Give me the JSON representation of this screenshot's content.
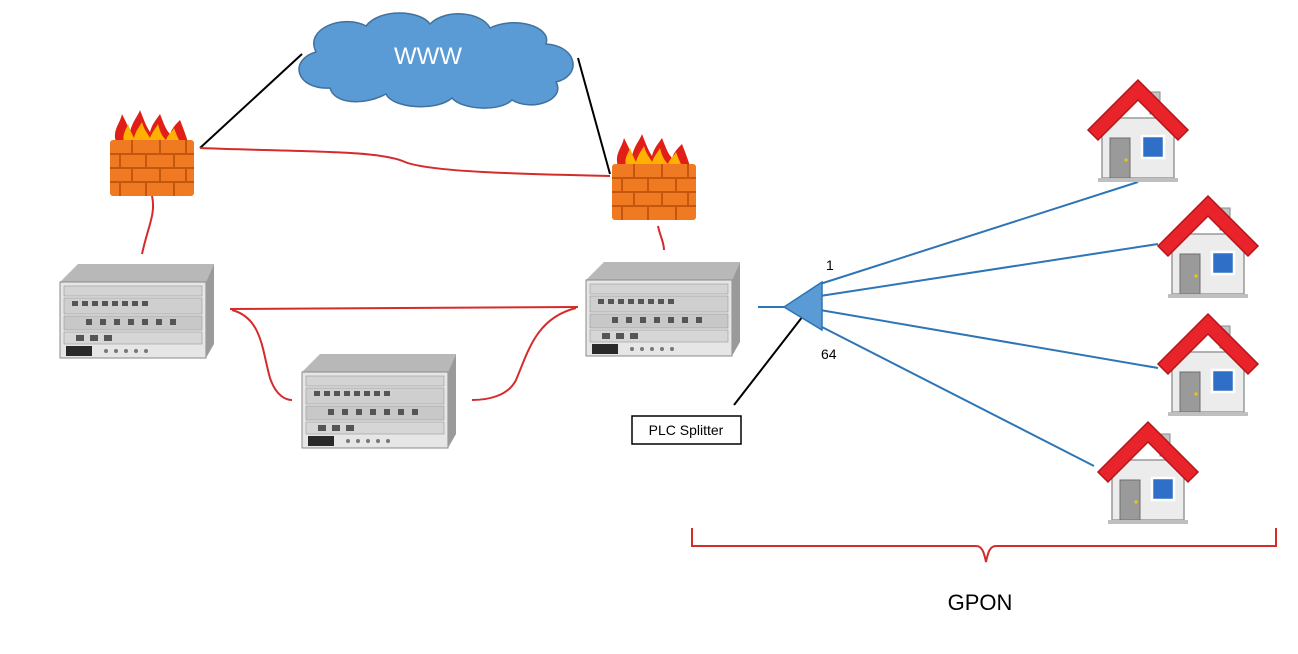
{
  "cloud": {
    "label": "WWW"
  },
  "splitter": {
    "port_first": "1",
    "port_last": "64",
    "callout": "PLC Splitter"
  },
  "bracket": {
    "label": "GPON"
  },
  "colors": {
    "cloud_fill": "#5b9bd5",
    "cloud_stroke": "#41719c",
    "internet_link": "#000000",
    "ring_link": "#d42b2b",
    "fiber_link": "#2e75b6",
    "splitter_fill": "#5b9bd5",
    "firewall_brick": "#f07a22",
    "flame": "#e02018",
    "roof": "#e8232a",
    "house_wall": "#ececec",
    "window": "#2f6fc8"
  },
  "icons": {
    "cloud": "cloud-icon",
    "firewall": "firewall-icon",
    "olt": "olt-chassis-icon",
    "house": "house-icon",
    "splitter": "splitter-triangle-icon"
  }
}
